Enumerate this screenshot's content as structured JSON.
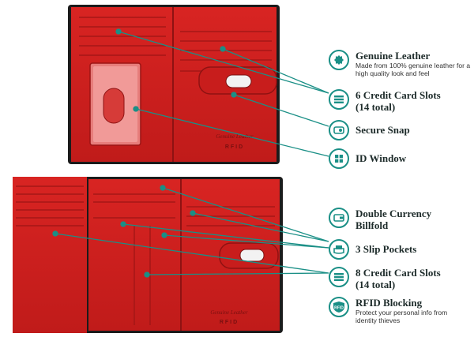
{
  "brand": {
    "imprint_line1": "Genuine Leather",
    "imprint_line2": "RFID"
  },
  "features": {
    "genuine_leather": {
      "title": "Genuine Leather",
      "desc": "Made from 100% genuine leather for a high quality look and feel",
      "icon": "leather-hide-icon"
    },
    "credit_slots_6": {
      "title_line1": "6 Credit Card Slots",
      "title_line2": "(14 total)",
      "icon": "card-stack-icon"
    },
    "secure_snap": {
      "title": "Secure Snap",
      "icon": "snap-button-icon"
    },
    "id_window": {
      "title": "ID Window",
      "icon": "id-window-icon"
    },
    "double_currency": {
      "title_line1": "Double Currency",
      "title_line2": "Billfold",
      "icon": "wallet-icon"
    },
    "slip_pockets": {
      "title": "3 Slip Pockets",
      "icon": "pocket-icon"
    },
    "credit_slots_8": {
      "title_line1": "8 Credit Card Slots",
      "title_line2": "(14 total)",
      "icon": "card-stack-icon"
    },
    "rfid": {
      "title": "RFID Blocking",
      "desc": "Protect your personal info from identity thieves",
      "icon": "rfid-shield-icon",
      "icon_text": "RFID"
    }
  },
  "colors": {
    "accent_teal": "#1a8f86",
    "leather_red": "#d4201f",
    "leather_dark_red": "#a51616",
    "trim_black": "#1b1b1b"
  }
}
